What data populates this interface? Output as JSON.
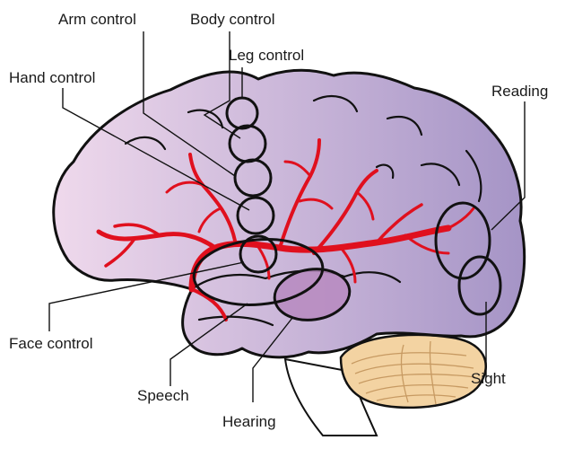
{
  "labels": {
    "arm_control": "Arm control",
    "body_control": "Body control",
    "leg_control": "Leg control",
    "hand_control": "Hand control",
    "reading": "Reading",
    "face_control": "Face control",
    "speech": "Speech",
    "hearing": "Hearing",
    "sight": "Sight"
  },
  "colors": {
    "brain_light": "#efd9ec",
    "brain_dark": "#a594c6",
    "outline": "#111111",
    "arteries": "#e0101e",
    "hearing_area": "#b78ac0",
    "cerebellum": "#f3d3a2",
    "cerebellum_lines": "#c79a62",
    "brainstem": "#ffffff"
  },
  "icons": {
    "brain": "brain-illustration"
  }
}
